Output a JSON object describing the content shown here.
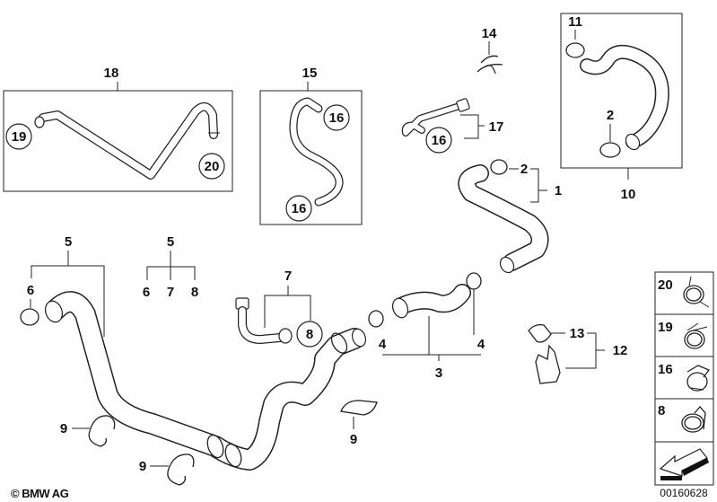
{
  "diagram": {
    "title": "Cooling system water hoses",
    "copyright": "© BMW AG",
    "drawing_number": "00160628",
    "callouts": {
      "c1": "1",
      "c2a": "2",
      "c2b": "2",
      "c3": "3",
      "c4a": "4",
      "c4b": "4",
      "c5a": "5",
      "c5b": "5",
      "c6a": "6",
      "c6b": "6",
      "c7a": "7",
      "c7b": "7",
      "c8a": "8",
      "c8b": "8",
      "c9a": "9",
      "c9b": "9",
      "c9c": "9",
      "c10": "10",
      "c11": "11",
      "c12": "12",
      "c13": "13",
      "c14": "14",
      "c15": "15",
      "c16a": "16",
      "c16b": "16",
      "c16c": "16",
      "c17": "17",
      "c18": "18",
      "c19": "19",
      "c20": "20"
    },
    "legend": {
      "items": [
        {
          "label": "20",
          "icon": "spring-clamp-20-icon"
        },
        {
          "label": "19",
          "icon": "spring-clamp-19-icon"
        },
        {
          "label": "16",
          "icon": "spring-clamp-16-icon"
        },
        {
          "label": "8",
          "icon": "spring-clamp-8-icon"
        }
      ],
      "direction_icon": "direction-arrow-icon"
    }
  }
}
